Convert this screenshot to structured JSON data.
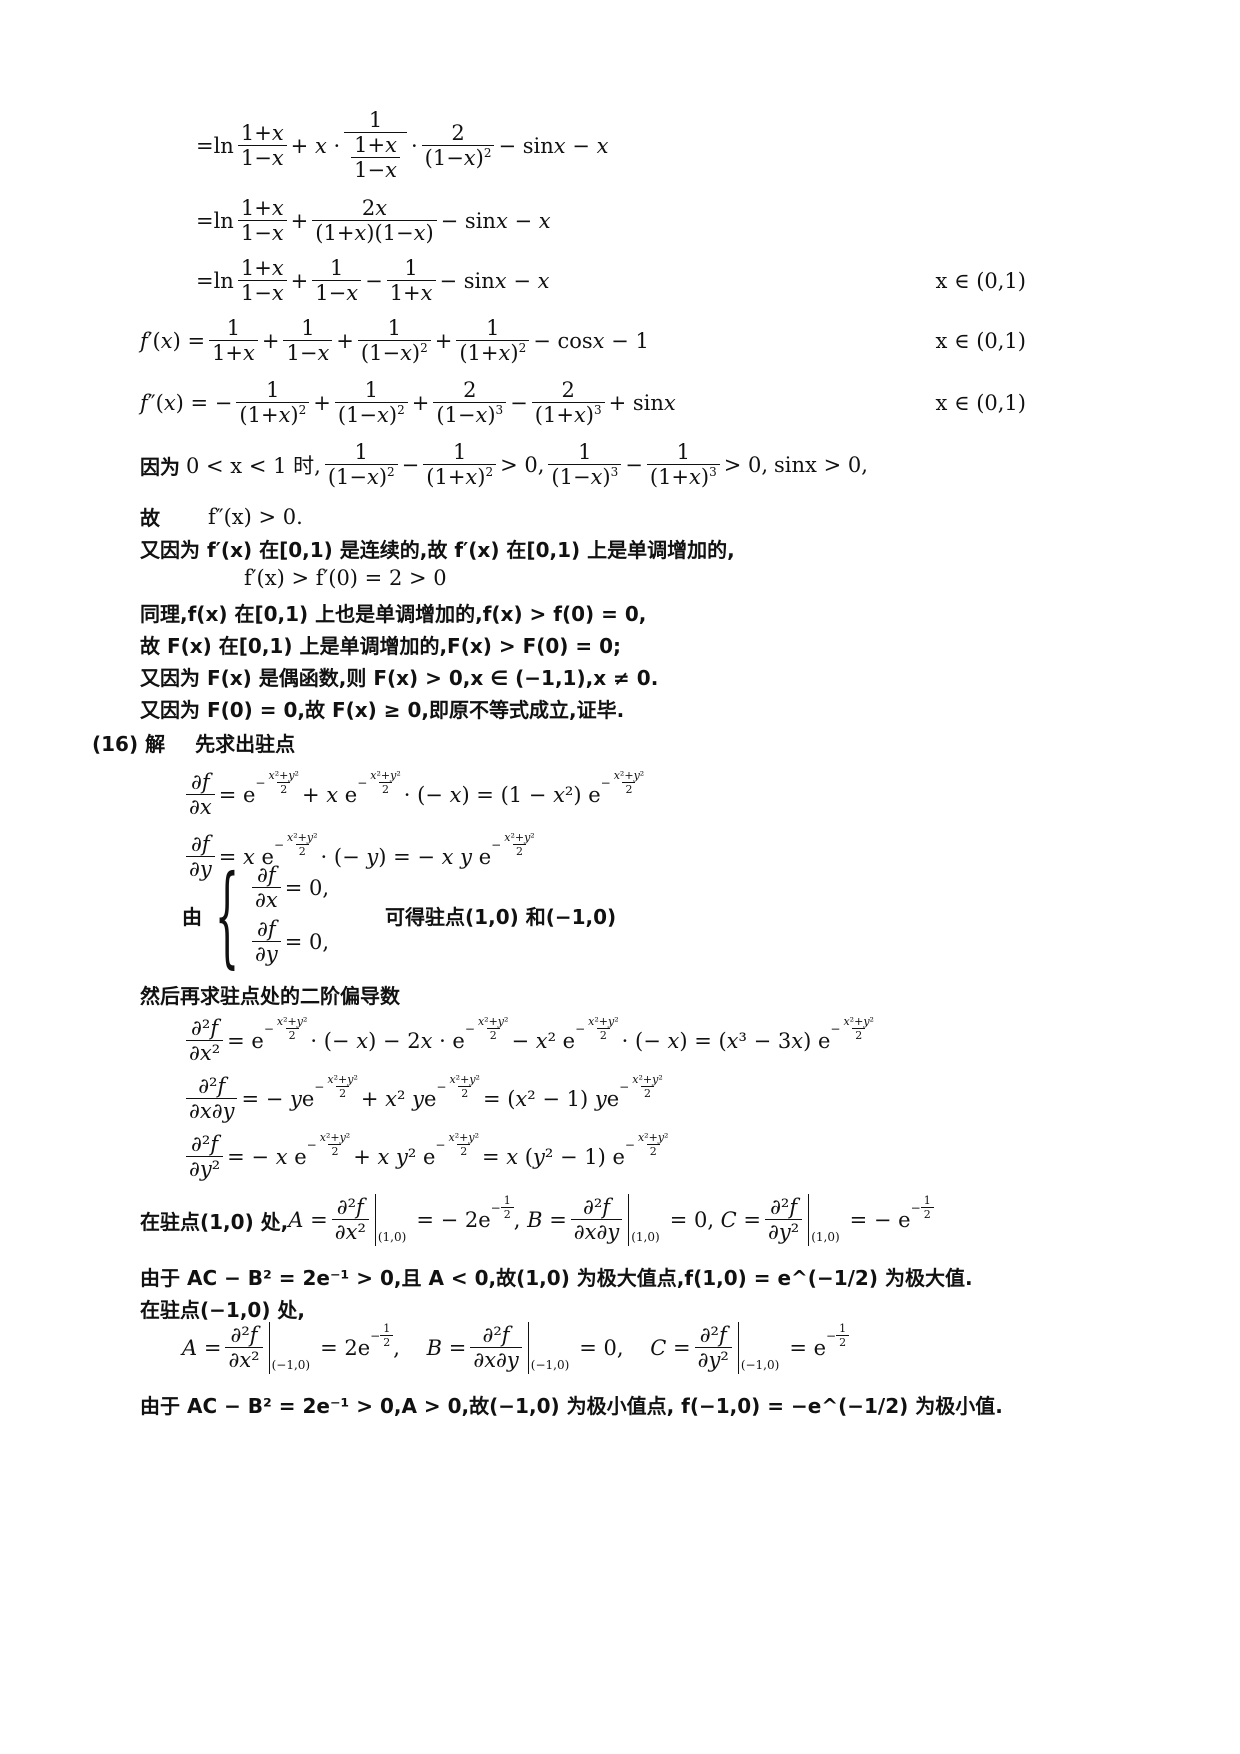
{
  "page": {
    "lines": {
      "l1": "=ln (1+x)/(1−x) + x · 1/((1+x)/(1−x)) · 2/(1−x)² − sinx − x",
      "l2": "=ln (1+x)/(1−x) + 2x/((1+x)(1−x)) − sinx − x",
      "l3": "=ln (1+x)/(1−x) + 1/(1−x) − 1/(1+x) − sinx − x",
      "l4": "f′(x) = 1/(1+x) + 1/(1−x) + 1/(1−x)² + 1/(1+x)² − cosx − 1",
      "l5": "f″(x) = −1/(1+x)² + 1/(1−x)² + 2/(1−x)³ − 2/(1+x)³ + sinx",
      "range": "x ∈ (0,1)"
    },
    "text": {
      "because_prefix": "因为",
      "because_cond": "0 < x < 1 时,",
      "gt0": "> 0,",
      "sinx_gt0": "sinx > 0,",
      "gu": "故",
      "f2_gt0": "f″(x) > 0.",
      "cont_line": "又因为 f′(x) 在[0,1) 是连续的,故 f′(x) 在[0,1) 上是单调增加的,",
      "fprime_gt": "f′(x) > f′(0) = 2 > 0",
      "same_line": "同理,f(x) 在[0,1) 上也是单调增加的,f(x) > f(0) = 0,",
      "F_inc": "故 F(x) 在[0,1) 上是单调增加的,F(x) > F(0) = 0;",
      "F_even": "又因为 F(x) 是偶函数,则 F(x) > 0,x ∈ (−1,1),x ≠ 0.",
      "F_done": "又因为 F(0) = 0,故 F(x) ≥ 0,即原不等式成立,证毕.",
      "q16_label": "(16) 解",
      "q16_intro": "先求出驻点",
      "you": "由",
      "stationary": "可得驻点(1,0) 和(−1,0)",
      "second_intro": "然后再求驻点处的二阶偏导数",
      "at_10": "在驻点(1,0) 处,",
      "max_line": "由于 AC − B² = 2e⁻¹ > 0,且 A < 0,故(1,0) 为极大值点,f(1,0) = e^(−1/2) 为极大值.",
      "at_m10": "在驻点(−1,0) 处,",
      "min_line": "由于 AC − B² = 2e⁻¹ > 0,A > 0,故(−1,0) 为极小值点,  f(−1,0) = −e^(−1/2) 为极小值."
    },
    "formulas": {
      "dfdx": "∂f/∂x = e^(−(x²+y²)/2) + x e^(−(x²+y²)/2) · (−x) = (1−x²) e^(−(x²+y²)/2)",
      "dfdy": "∂f/∂y = x e^(−(x²+y²)/2) · (−y) = −xy e^(−(x²+y²)/2)",
      "sys1": "∂f/∂x = 0,",
      "sys2": "∂f/∂y = 0,",
      "fxx": "∂²f/∂x² = e^(−(x²+y²)/2) · (−x) − 2x · e^(−(x²+y²)/2) − x² e^(−(x²+y²)/2) · (−x) = (x³ − 3x) e^(−(x²+y²)/2)",
      "fxy": "∂²f/∂x∂y = −y e^(−(x²+y²)/2) + x² y e^(−(x²+y²)/2) = (x² − 1) y e^(−(x²+y²)/2)",
      "fyy": "∂²f/∂y² = −x e^(−(x²+y²)/2) + x y² e^(−(x²+y²)/2) = x (y² − 1) e^(−(x²+y²)/2)",
      "A_10": "A = ∂²f/∂x² |(1,0) = −2e^(−1/2)",
      "B_10": "B = ∂²f/∂x∂y |(1,0) = 0",
      "C_10": "C = ∂²f/∂y² |(1,0) = −e^(−1/2)",
      "A_m10": "A = ∂²f/∂x² |(−1,0) = 2e^(−1/2)",
      "B_m10": "B = ∂²f/∂x∂y |(−1,0) = 0",
      "C_m10": "C = ∂²f/∂y² |(−1,0) = e^(−1/2)"
    }
  }
}
